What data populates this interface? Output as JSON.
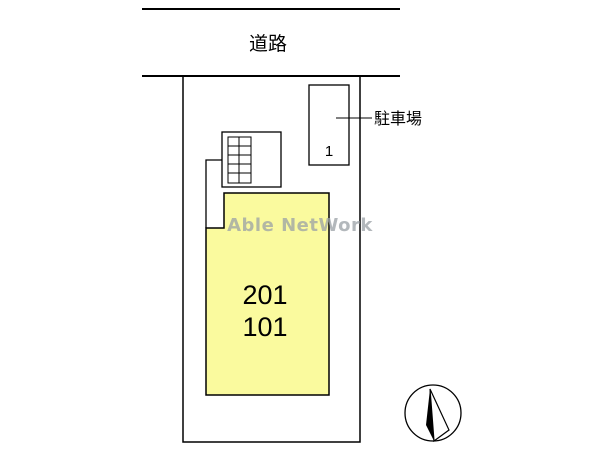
{
  "road": {
    "label": "道路"
  },
  "parking": {
    "label": "駐車場",
    "space_number": "1"
  },
  "building": {
    "unit_upper": "201",
    "unit_lower": "101",
    "fill_color": "#fafa9e"
  },
  "watermark": {
    "text": "Able NetWork"
  },
  "compass": {
    "direction": "north"
  }
}
